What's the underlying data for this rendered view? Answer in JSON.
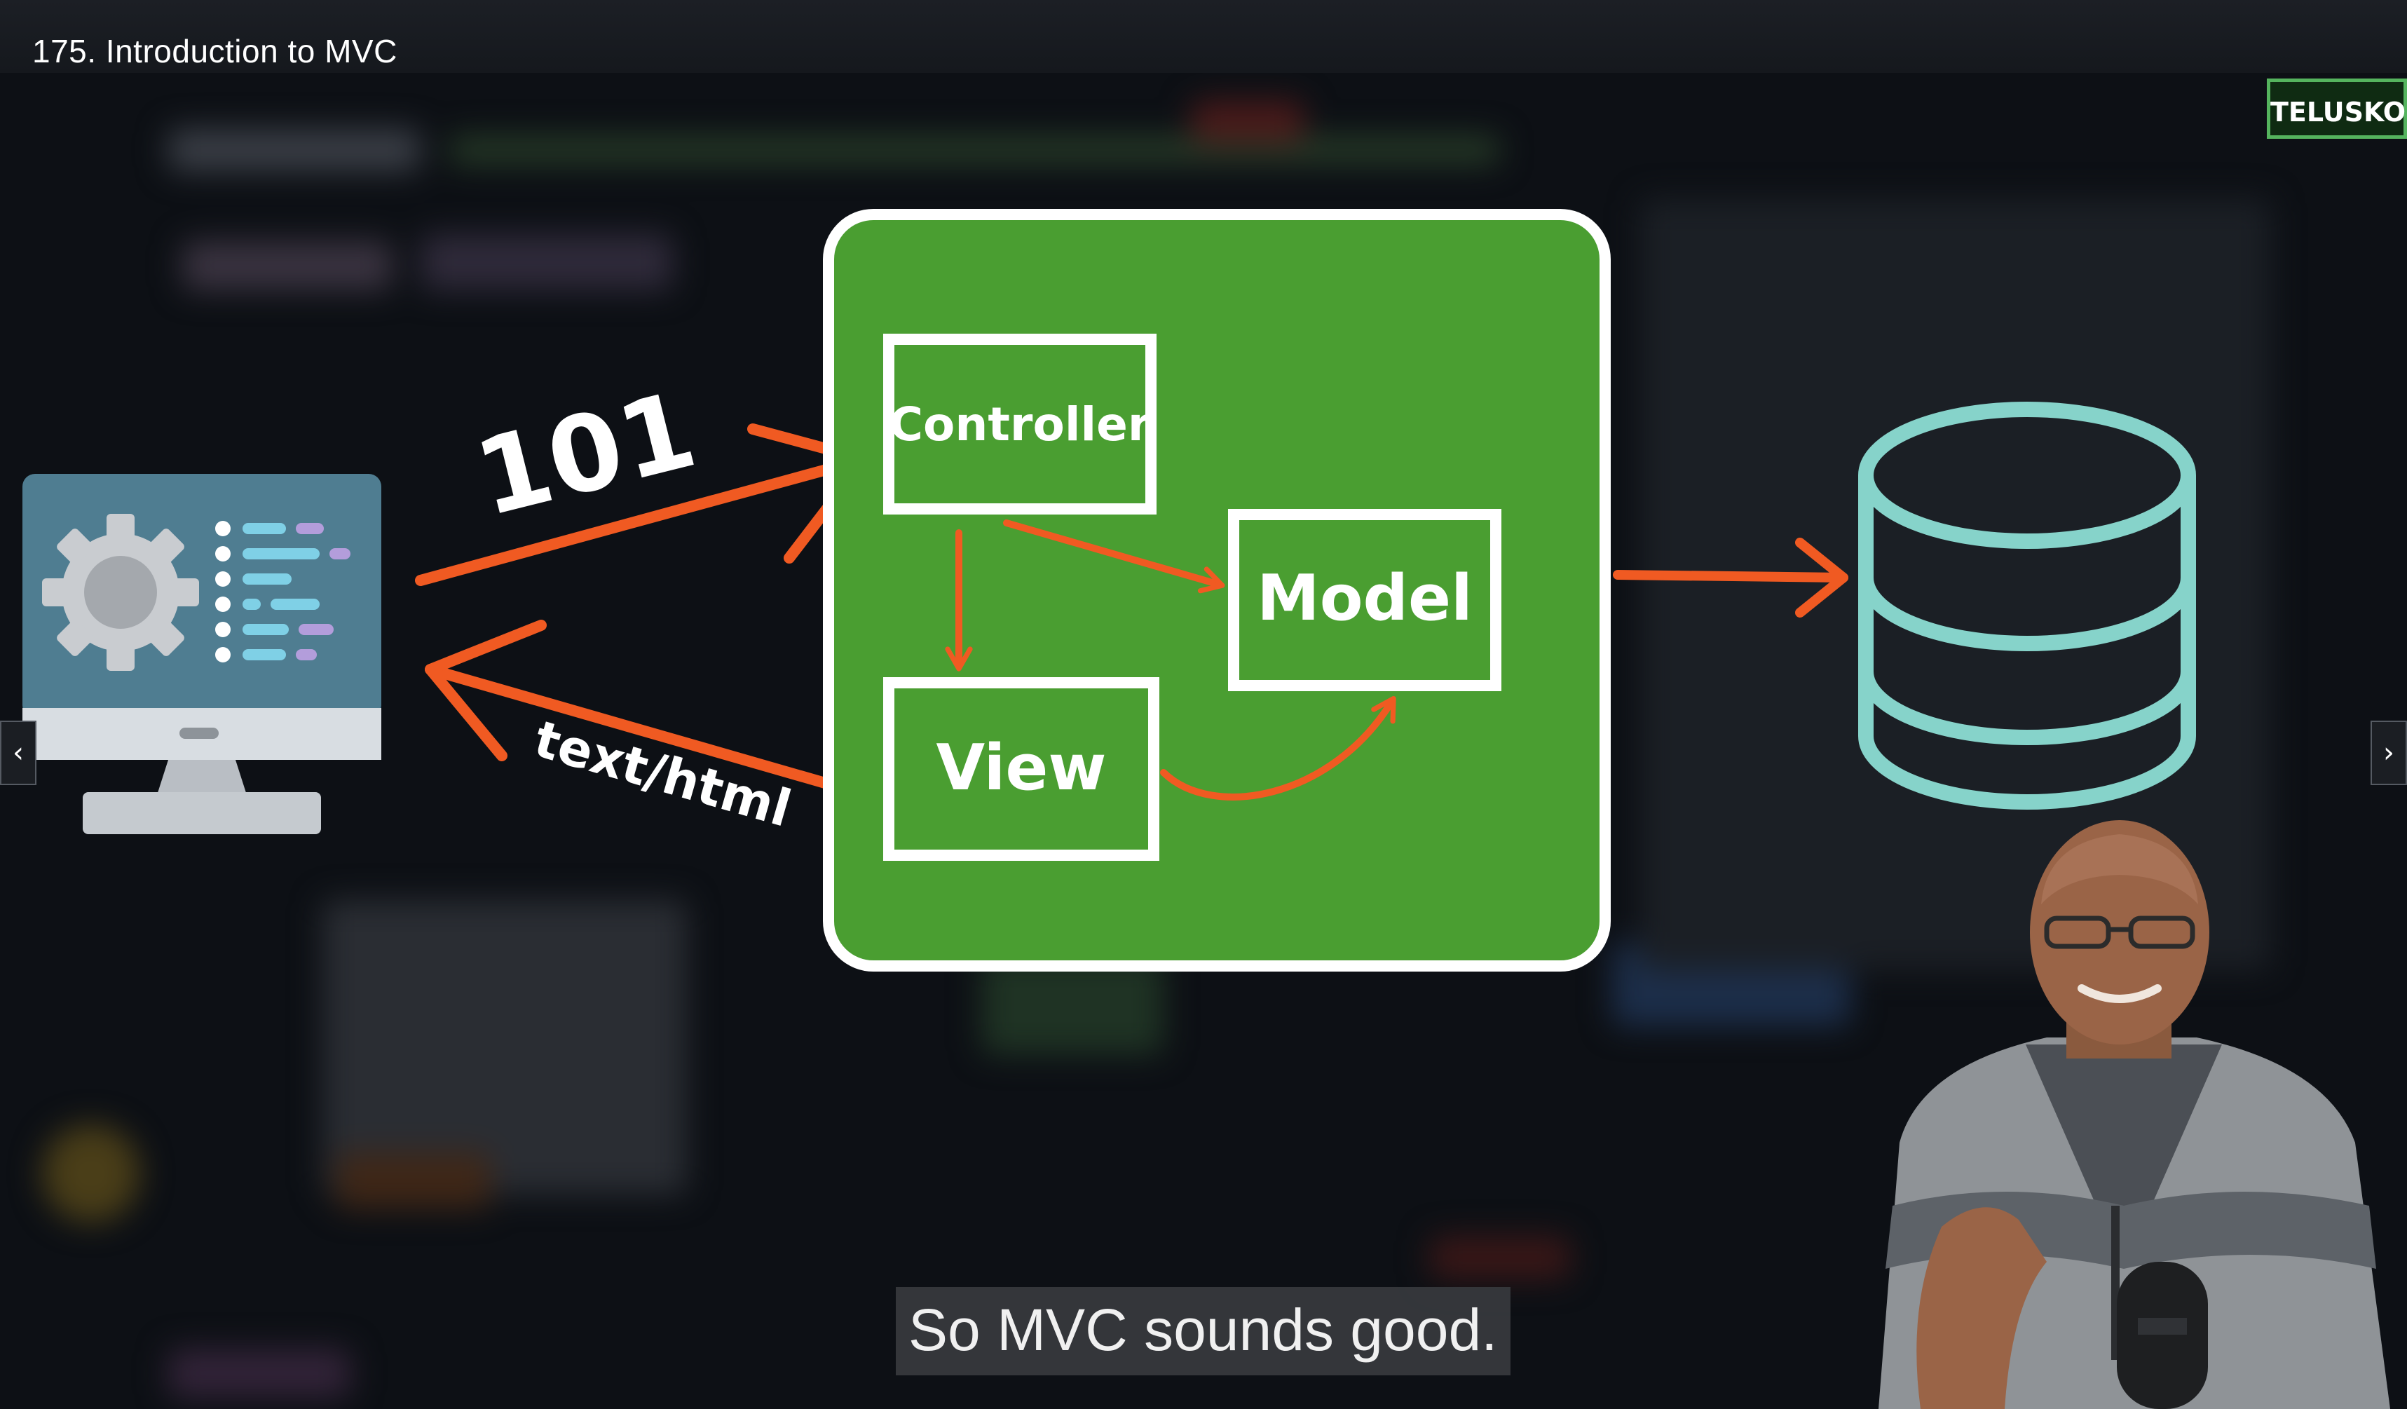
{
  "player": {
    "title": "175. Introduction to MVC",
    "watermark": "TELUSKO",
    "caption": "So MVC sounds good.",
    "prev_icon": "chevron-left-icon",
    "next_icon": "chevron-right-icon",
    "prev_glyph": "‹",
    "next_glyph": "›"
  },
  "diagram": {
    "request_label": "101",
    "response_label": "text/html",
    "controller_label": "Controller",
    "model_label": "Model",
    "view_label": "View",
    "client_icon": "computer-settings-icon",
    "database_icon": "database-icon",
    "colors": {
      "container": "#4a9e31",
      "arrow": "#f05a22",
      "database": "#86d3ca",
      "box_border": "#ffffff",
      "monitor_screen": "#4f7d91"
    }
  },
  "presenter": {
    "icon": "presenter-person-icon"
  }
}
